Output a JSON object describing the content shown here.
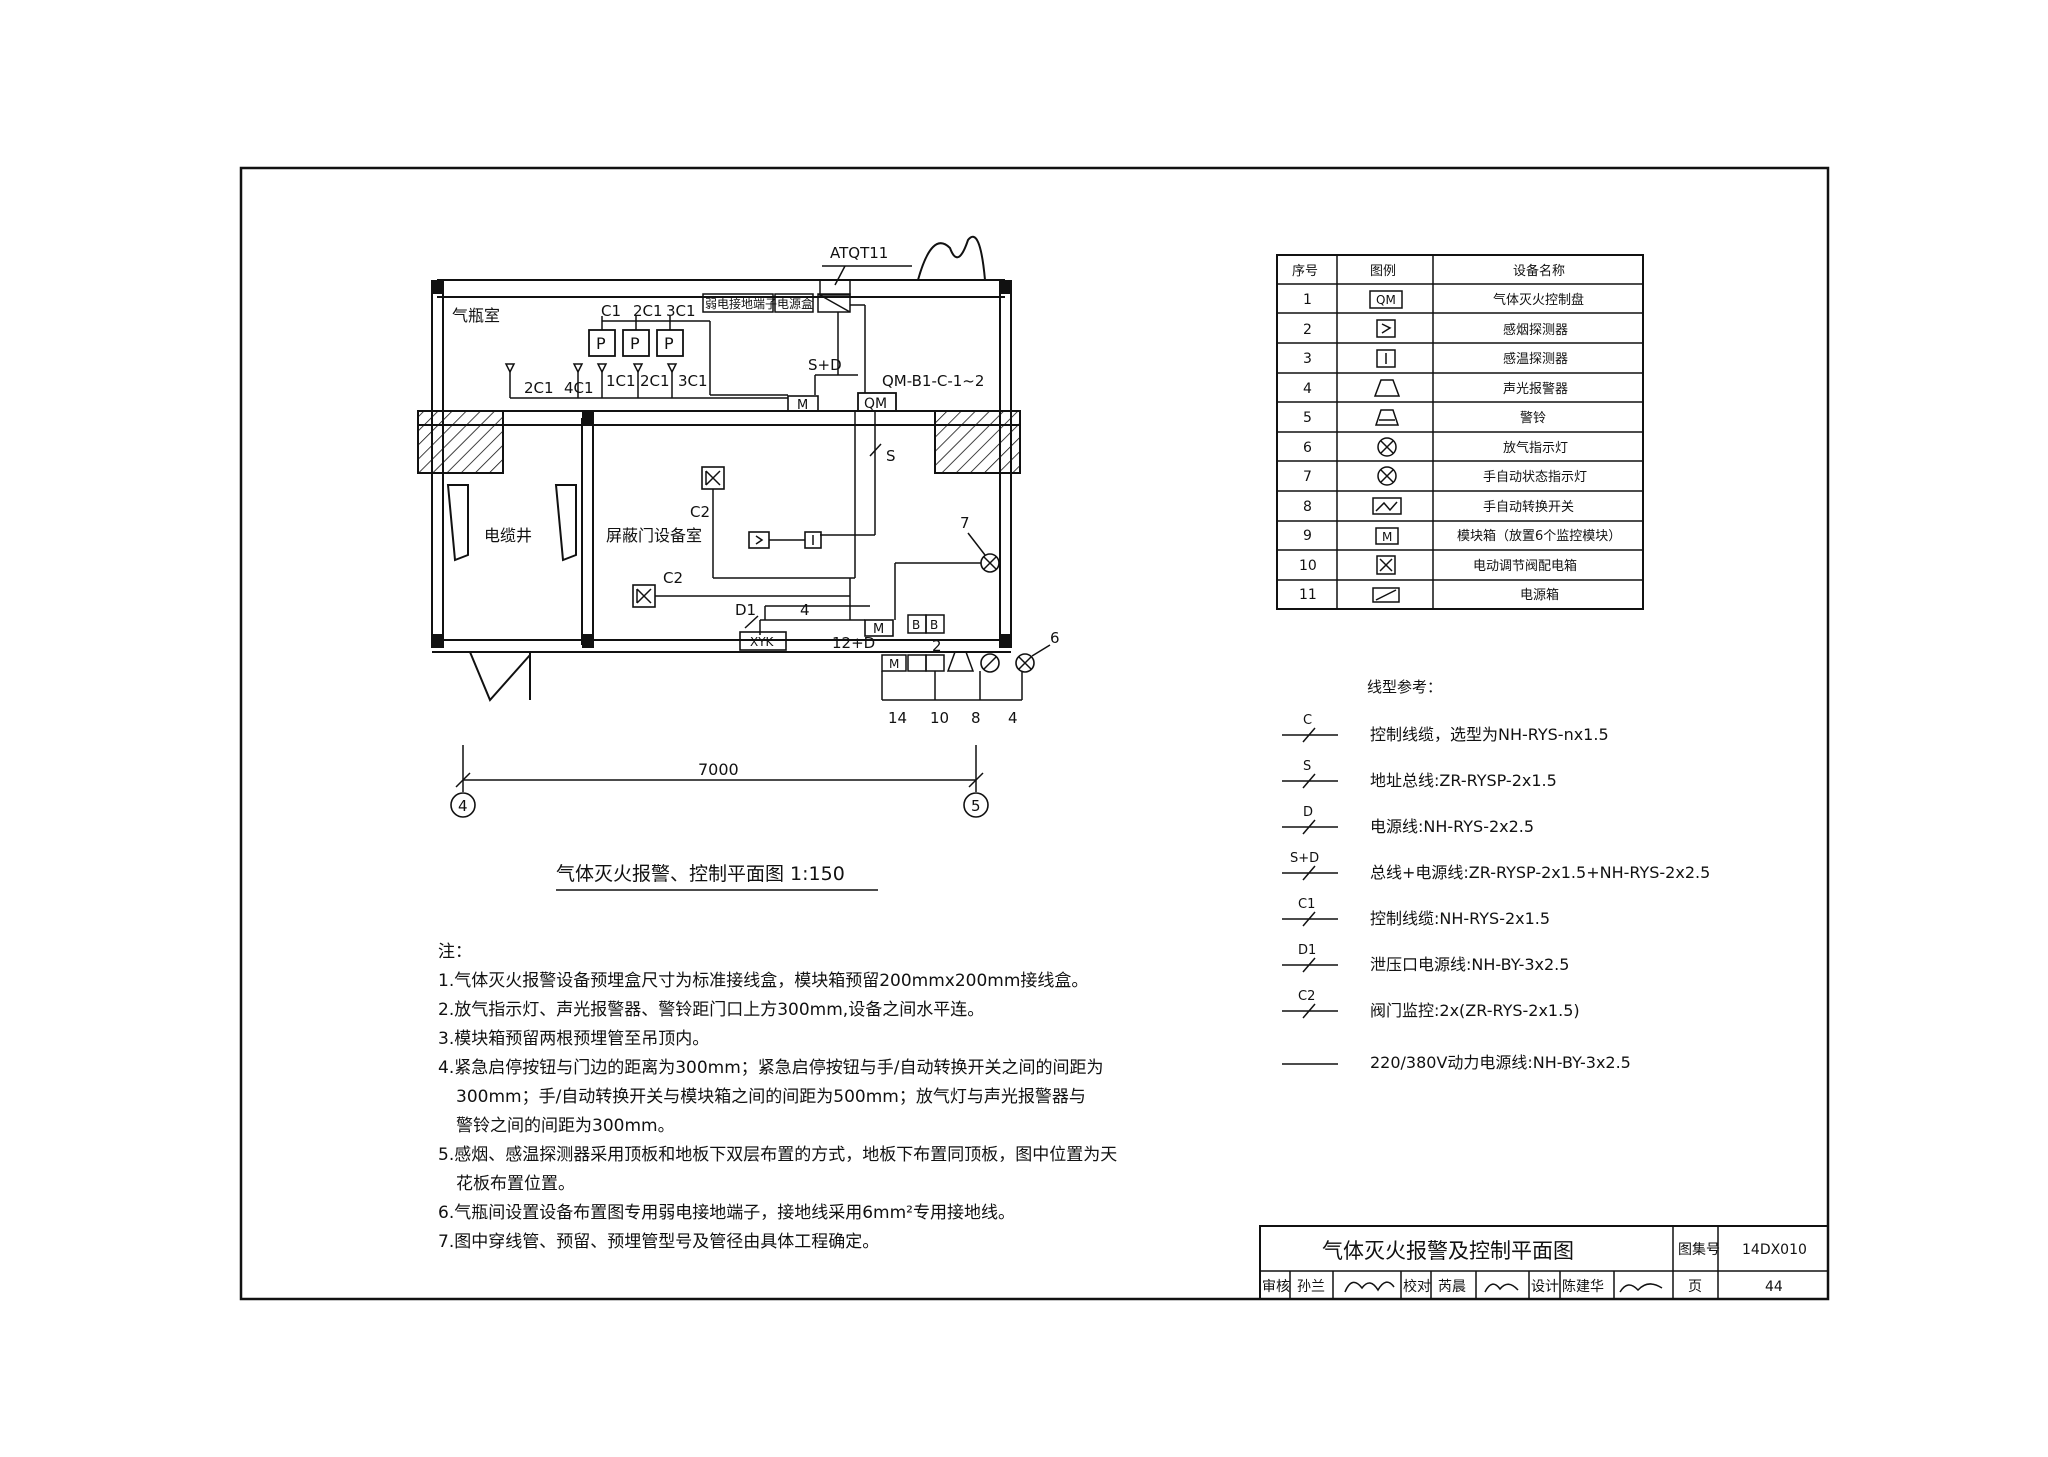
{
  "drawing": {
    "rooms": {
      "gas_room": "气瓶室",
      "cable_shaft": "电缆井",
      "shield_room": "屏蔽门设备室"
    },
    "labels": {
      "atqt": "ATQT11",
      "c1": "C1",
      "c2_1": "2C1",
      "c3_1": "3C1",
      "p": "P",
      "ground_terminal": "弱电接地端子",
      "power_box": "电源盒",
      "s_d": "S+D",
      "qm_circuit": "QM-B1-C-1~2",
      "qm": "QM",
      "m": "M",
      "wire_2c1": "2C1",
      "wire_4c1": "4C1",
      "wire_1c1": "1C1",
      "wire_2c1b": "2C1",
      "wire_3c1": "3C1",
      "s": "S",
      "c2a": "C2",
      "c2b": "C2",
      "d1": "D1",
      "four": "4",
      "xyk": "XYK",
      "twelve_d": "12+D",
      "two": "2",
      "seven": "7",
      "six": "6",
      "n14": "14",
      "n10": "10",
      "n8": "8",
      "n4": "4"
    },
    "dimension": "7000",
    "axis_left": "4",
    "axis_right": "5",
    "title": "气体灭火报警、控制平面图  1:150"
  },
  "legend": {
    "headers": [
      "序号",
      "图例",
      "设备名称"
    ],
    "rows": [
      {
        "no": "1",
        "symbol": "QM",
        "name": "气体灭火控制盘"
      },
      {
        "no": "2",
        "symbol": "smoke-detector-icon",
        "name": "感烟探测器"
      },
      {
        "no": "3",
        "symbol": "heat-detector-icon",
        "name": "感温探测器"
      },
      {
        "no": "4",
        "symbol": "audible-visual-alarm-icon",
        "name": "声光报警器"
      },
      {
        "no": "5",
        "symbol": "bell-icon",
        "name": "警铃"
      },
      {
        "no": "6",
        "symbol": "discharge-lamp-icon",
        "name": "放气指示灯"
      },
      {
        "no": "7",
        "symbol": "status-lamp-icon",
        "name": "手自动状态指示灯"
      },
      {
        "no": "8",
        "symbol": "switch-icon",
        "name": "手自动转换开关"
      },
      {
        "no": "9",
        "symbol": "M",
        "name": "模块箱（放置6个监控模块）"
      },
      {
        "no": "10",
        "symbol": "damper-box-icon",
        "name": "电动调节阀配电箱"
      },
      {
        "no": "11",
        "symbol": "power-box-icon",
        "name": "电源箱"
      }
    ]
  },
  "line_types": {
    "title": "线型参考：",
    "items": [
      {
        "mark": "C",
        "text": "控制线缆，选型为NH-RYS-nx1.5"
      },
      {
        "mark": "S",
        "text": "地址总线:ZR-RYSP-2x1.5"
      },
      {
        "mark": "D",
        "text": "电源线:NH-RYS-2x2.5"
      },
      {
        "mark": "S+D",
        "text": "总线+电源线:ZR-RYSP-2x1.5+NH-RYS-2x2.5"
      },
      {
        "mark": "C1",
        "text": "控制线缆:NH-RYS-2x1.5"
      },
      {
        "mark": "D1",
        "text": "泄压口电源线:NH-BY-3x2.5"
      },
      {
        "mark": "C2",
        "text": "阀门监控:2x(ZR-RYS-2x1.5)"
      },
      {
        "mark": "",
        "text": "220/380V动力电源线:NH-BY-3x2.5"
      }
    ]
  },
  "notes": {
    "heading": "注：",
    "lines": [
      "1.气体灭火报警设备预埋盒尺寸为标准接线盒，模块箱预留200mmx200mm接线盒。",
      "2.放气指示灯、声光报警器、警铃距门口上方300mm,设备之间水平连。",
      "3.模块箱预留两根预埋管至吊顶内。",
      "4.紧急启停按钮与门边的距离为300mm；紧急启停按钮与手/自动转换开关之间的间距为",
      "300mm；手/自动转换开关与模块箱之间的间距为500mm；放气灯与声光报警器与",
      "警铃之间的间距为300mm。",
      "5.感烟、感温探测器采用顶板和地板下双层布置的方式，地板下布置同顶板，图中位置为天",
      "花板布置位置。",
      "6.气瓶间设置设备布置图专用弱电接地端子，接地线采用6mm²专用接地线。",
      "7.图中穿线管、预留、预埋管型号及管径由具体工程确定。"
    ]
  },
  "title_block": {
    "title": "气体灭火报警及控制平面图",
    "atlas_label": "图集号",
    "atlas_no": "14DX010",
    "review_label": "审核",
    "reviewer": "孙兰",
    "check_label": "校对",
    "checker": "芮晨",
    "design_label": "设计",
    "designer": "陈建华",
    "page_label": "页",
    "page_no": "44"
  }
}
